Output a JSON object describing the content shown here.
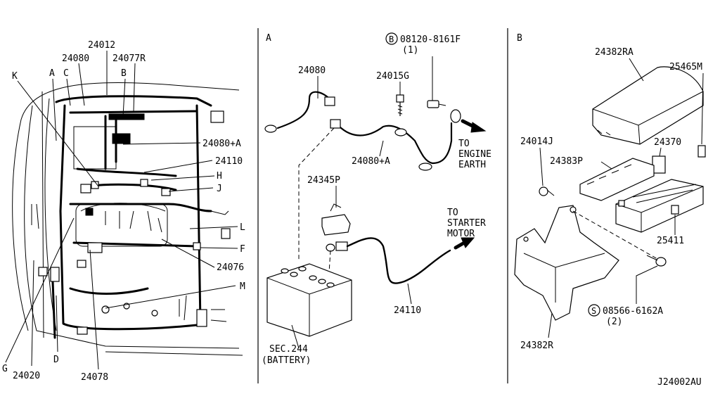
{
  "panels": {
    "a_title": "A",
    "b_title": "B"
  },
  "left": {
    "callouts": [
      "24012",
      "24080",
      "24077R",
      "K",
      "A",
      "C",
      "B",
      "24080+A",
      "24110",
      "H",
      "J",
      "L",
      "F",
      "24076",
      "M",
      "G",
      "24020",
      "D",
      "24078"
    ]
  },
  "a": {
    "bolt_badge": "B",
    "bolt_part": "08120-8161F",
    "bolt_qty": "(1)",
    "p24080": "24080",
    "p24015g": "24015G",
    "p24080a": "24080+A",
    "to_engine": [
      "TO",
      "ENGINE",
      "EARTH"
    ],
    "p24345p": "24345P",
    "to_starter": [
      "TO",
      "STARTER",
      "MOTOR"
    ],
    "p24110": "24110",
    "battery": [
      "SEC.244",
      "(BATTERY)"
    ]
  },
  "b": {
    "p24382ra": "24382RA",
    "p25465m": "25465M",
    "p24014j": "24014J",
    "p24370": "24370",
    "p24383p": "24383P",
    "p25411": "25411",
    "screw_badge": "S",
    "screw_part": "08566-6162A",
    "screw_qty": "(2)",
    "p24382r": "24382R"
  },
  "footer": {
    "code": "J24002AU"
  }
}
